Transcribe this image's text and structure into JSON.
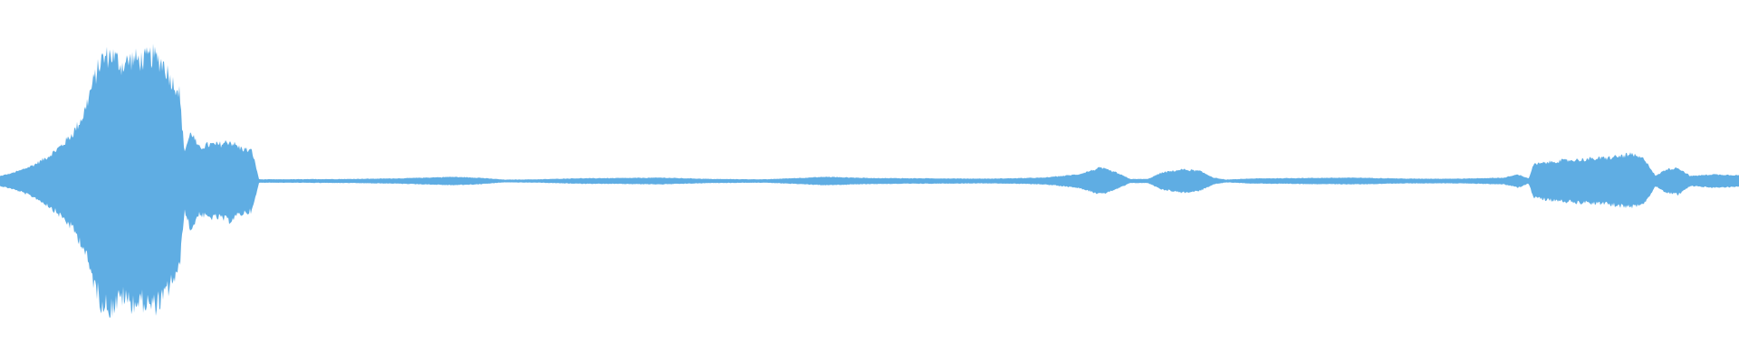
{
  "waveform": {
    "color": "#5fade3",
    "background": "#ffffff",
    "envelope": [
      [
        0.0,
        0.03
      ],
      [
        0.6,
        0.045
      ],
      [
        1.2,
        0.065
      ],
      [
        2.0,
        0.1
      ],
      [
        2.8,
        0.15
      ],
      [
        3.6,
        0.22
      ],
      [
        4.2,
        0.29
      ],
      [
        4.8,
        0.4
      ],
      [
        5.3,
        0.58
      ],
      [
        5.8,
        0.73
      ],
      [
        6.4,
        0.77
      ],
      [
        7.0,
        0.7
      ],
      [
        7.6,
        0.74
      ],
      [
        8.2,
        0.73
      ],
      [
        8.8,
        0.76
      ],
      [
        9.4,
        0.71
      ],
      [
        9.9,
        0.6
      ],
      [
        10.3,
        0.55
      ],
      [
        10.6,
        0.18
      ],
      [
        11.0,
        0.3
      ],
      [
        11.4,
        0.2
      ],
      [
        12.0,
        0.22
      ],
      [
        12.6,
        0.22
      ],
      [
        13.2,
        0.24
      ],
      [
        13.8,
        0.2
      ],
      [
        14.5,
        0.18
      ],
      [
        14.9,
        0.01
      ],
      [
        16.0,
        0.01
      ],
      [
        20.0,
        0.012
      ],
      [
        23.0,
        0.016
      ],
      [
        26.0,
        0.025
      ],
      [
        27.5,
        0.02
      ],
      [
        29.0,
        0.008
      ],
      [
        31.0,
        0.01
      ],
      [
        33.0,
        0.016
      ],
      [
        36.0,
        0.018
      ],
      [
        38.0,
        0.02
      ],
      [
        41.0,
        0.012
      ],
      [
        44.0,
        0.01
      ],
      [
        47.5,
        0.025
      ],
      [
        50.0,
        0.018
      ],
      [
        53.0,
        0.016
      ],
      [
        57.0,
        0.014
      ],
      [
        60.0,
        0.02
      ],
      [
        62.0,
        0.04
      ],
      [
        63.3,
        0.08
      ],
      [
        64.2,
        0.05
      ],
      [
        65.0,
        0.012
      ],
      [
        66.0,
        0.012
      ],
      [
        66.8,
        0.05
      ],
      [
        68.0,
        0.07
      ],
      [
        69.0,
        0.06
      ],
      [
        69.8,
        0.02
      ],
      [
        70.5,
        0.008
      ],
      [
        72.0,
        0.015
      ],
      [
        75.0,
        0.018
      ],
      [
        78.0,
        0.02
      ],
      [
        81.0,
        0.014
      ],
      [
        84.0,
        0.014
      ],
      [
        86.5,
        0.02
      ],
      [
        87.3,
        0.04
      ],
      [
        87.9,
        0.015
      ],
      [
        88.2,
        0.1
      ],
      [
        89.5,
        0.12
      ],
      [
        91.0,
        0.13
      ],
      [
        92.5,
        0.14
      ],
      [
        93.8,
        0.16
      ],
      [
        94.6,
        0.13
      ],
      [
        95.2,
        0.03
      ],
      [
        95.8,
        0.07
      ],
      [
        96.5,
        0.08
      ],
      [
        97.2,
        0.03
      ],
      [
        98.5,
        0.04
      ],
      [
        100.0,
        0.035
      ]
    ]
  }
}
